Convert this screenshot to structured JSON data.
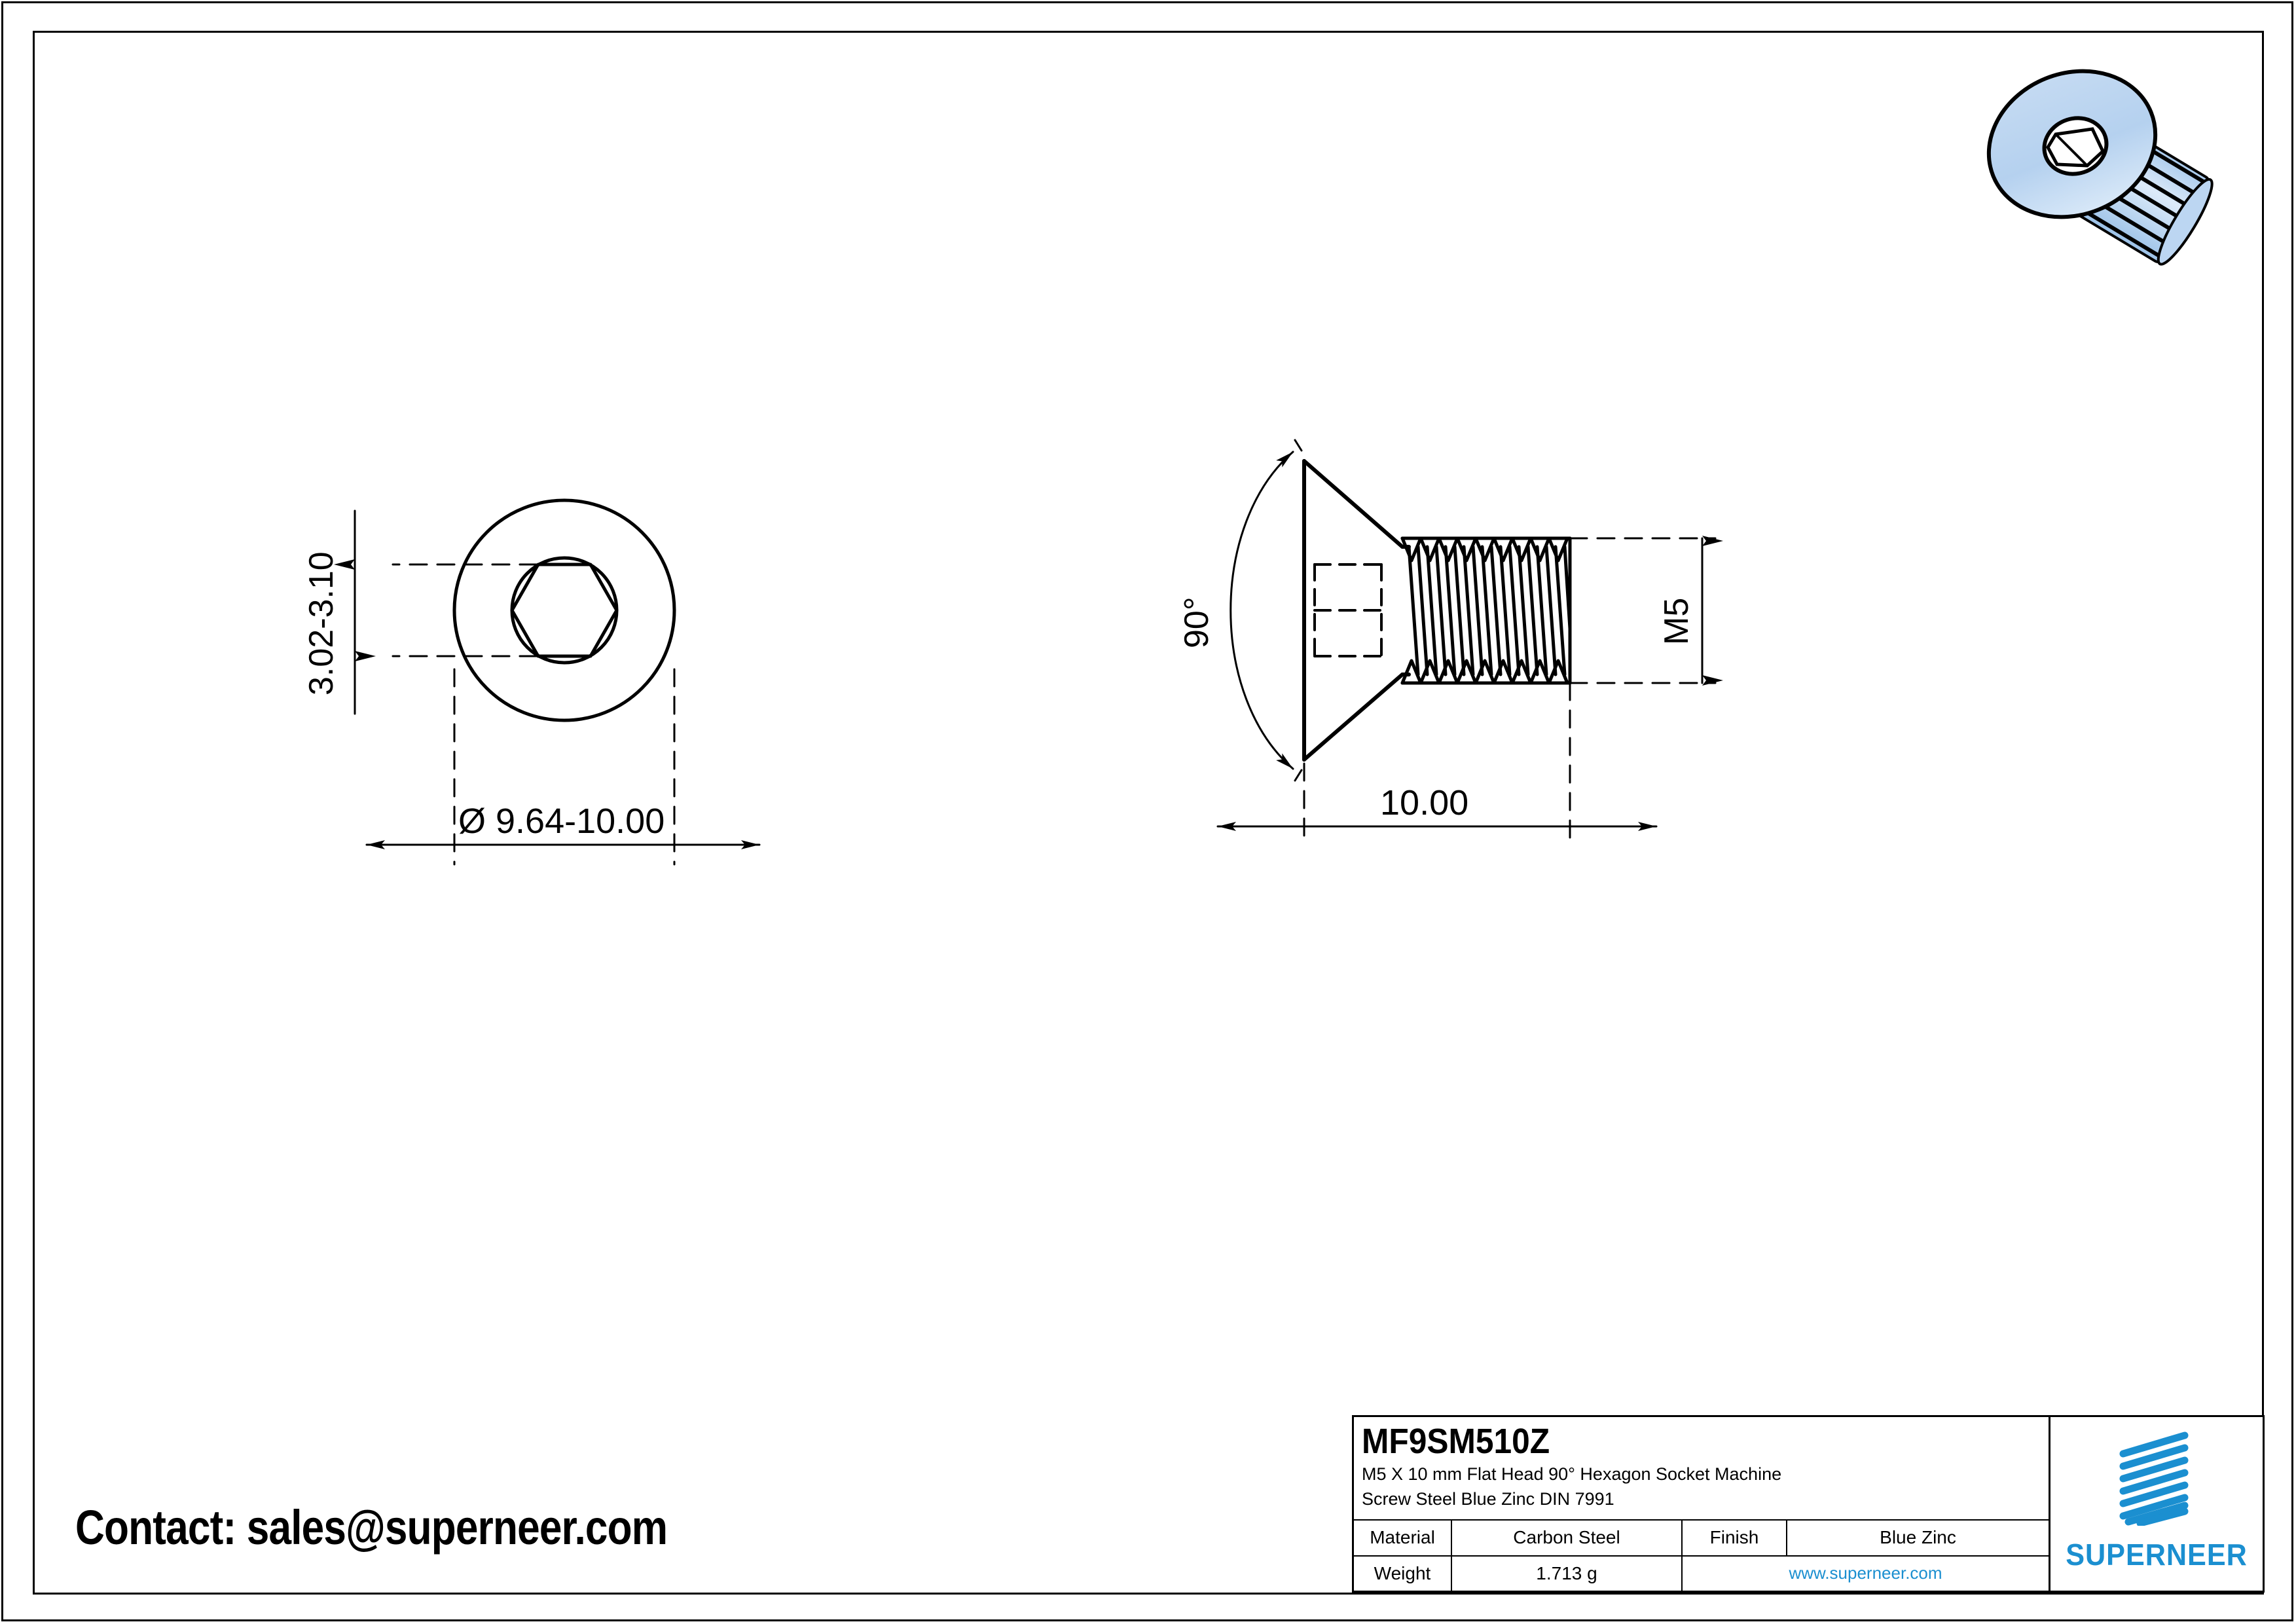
{
  "sheet": {
    "contact_line": "Contact: sales@superneer.com"
  },
  "drawing": {
    "front_view": {
      "diameter_dim": "Ø 9.64-10.00",
      "socket_depth_dim": "3.02-3.10"
    },
    "side_view": {
      "angle_dim": "90°",
      "thread_dim": "M5",
      "length_dim": "10.00"
    }
  },
  "title_block": {
    "part_number": "MF9SM510Z",
    "description_line1": "M5 X 10 mm  Flat Head 90° Hexagon Socket Machine",
    "description_line2": "Screw Steel Blue Zinc DIN 7991",
    "material_label": "Material",
    "material_value": "Carbon Steel",
    "finish_label": "Finish",
    "finish_value": "Blue Zinc",
    "weight_label": "Weight",
    "weight_value": "1.713 g",
    "website": "www.superneer.com",
    "brand": "SUPERNEER",
    "brand_color": "#1b8fd0"
  },
  "render": {
    "body_color": "#b9d4f0",
    "outline_color": "#000000",
    "alt": "flat-head-hex-socket-screw-3d"
  }
}
